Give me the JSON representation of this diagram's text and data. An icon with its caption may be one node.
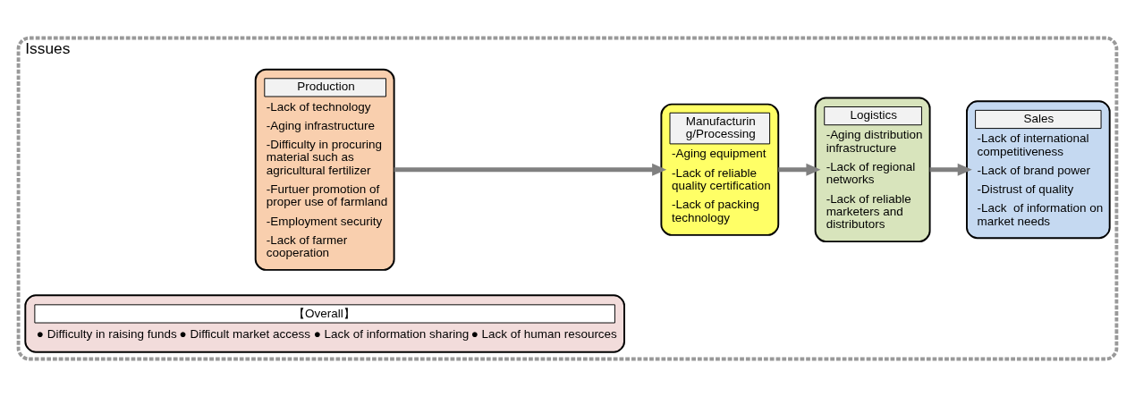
{
  "diagram": {
    "nodes": [
      {
        "text": [
          "Issues"
        ]
      },
      {
        "text": [
          "Production",
          "-Lack of technology",
          "-Aging infrastructure",
          "-Difficulty in procuring material such as agricultural fertilizer",
          "-Furtuer promotion of proper use of farmland",
          "-Employment security",
          "-Lack of farmer cooperation"
        ],
        "in": 0
      },
      {
        "text": [
          "Manufacturin g/Processing",
          "-Aging equipment",
          "-Lack of reliable quality certification",
          "-Lack of packing technology"
        ],
        "in": 0
      },
      {
        "text": [
          "Logistics",
          "-Aging distribution infrastructure",
          "-Lack of regional networks",
          "-Lack of reliable marketers and distributors"
        ],
        "in": 0
      },
      {
        "text": [
          "Sales",
          "-Lack of international competitiveness",
          "-Lack of brand power",
          "-Distrust of quality",
          "-Lack  of information on market needs"
        ],
        "in": 0
      },
      {
        "text": [
          "【Overall】",
          "● Difficulty in raising funds",
          "● Difficult market access",
          "● Lack of information sharing",
          "● Lack of human resources"
        ],
        "in": 0
      }
    ],
    "edges": [
      {
        "from": 1,
        "to": 2,
        "arrow": "to"
      },
      {
        "from": 2,
        "to": 3,
        "arrow": "to"
      },
      {
        "from": 3,
        "to": 4,
        "arrow": "to"
      }
    ]
  }
}
